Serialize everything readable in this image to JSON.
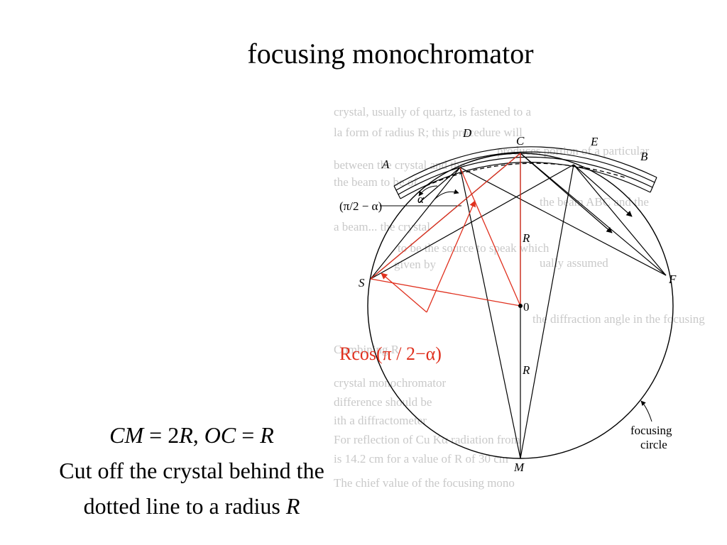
{
  "title": "focusing monochromator",
  "diagram": {
    "points": {
      "A": "A",
      "B": "B",
      "C": "C",
      "D": "D",
      "E": "E",
      "S": "S",
      "F": "F",
      "M": "M",
      "O": "0"
    },
    "radius_label_upper": "R",
    "radius_label_lower": "R",
    "angle_alpha": "α",
    "angle_complement": "(π/2 − α)",
    "focusing_circle_label": [
      "focusing",
      "circle"
    ],
    "formula": "Rcos(π / 2−α)",
    "colors": {
      "red": "#e0301e",
      "black": "#000000",
      "ghost_text": "#c9c9c9"
    },
    "ghost_text_lines": [
      "crystal, usually of quartz, is fastened to a",
      "la form of radius R; this procedure will",
      "produces portion of a particular",
      "between the crystal and the",
      "the beam to be of",
      "the beam ABC and the",
      "a beam... the crystal",
      "to be the source to speak which",
      "given by",
      "ually assumed",
      "the diffraction angle in the focusing",
      "Combining R",
      "crystal monochromator",
      "difference should be",
      "ith a diffractometer",
      "For reflection of Cu Kα radiation from",
      "is 14.2 cm for a value of R of 30 cm",
      "The chief value of the focusing mono"
    ]
  },
  "caption": {
    "line1": {
      "cm": "CM",
      "eq1": " = 2",
      "r1": "R",
      "comma": ", ",
      "oc": "OC",
      "eq2": " = ",
      "r2": "R"
    },
    "line2": "Cut off the crystal behind the",
    "line3": {
      "text": "dotted line to a radius ",
      "r": "R"
    }
  }
}
